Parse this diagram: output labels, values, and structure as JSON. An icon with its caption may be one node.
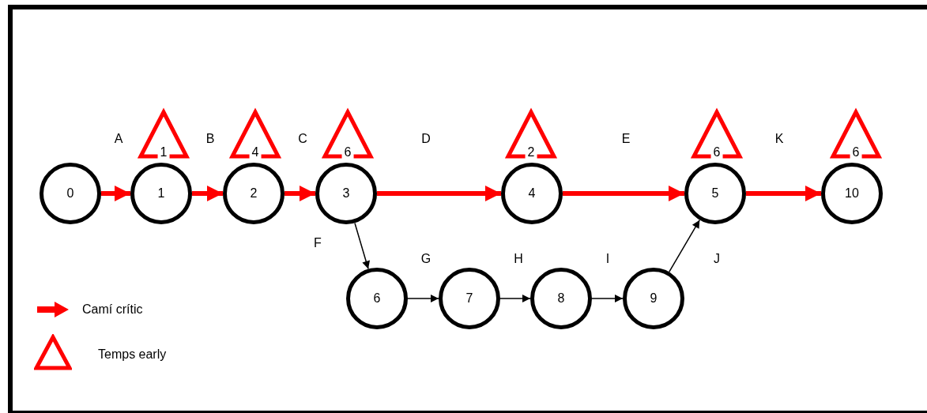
{
  "diagram": {
    "nodes": [
      {
        "text": [
          "1"
        ]
      },
      {
        "text": [
          "4"
        ]
      },
      {
        "text": [
          "6"
        ]
      },
      {
        "text": [
          "2"
        ]
      },
      {
        "text": [
          "6"
        ]
      },
      {
        "text": [
          "6"
        ]
      },
      {
        "text": [
          "0"
        ]
      },
      {
        "text": [
          "1"
        ]
      },
      {
        "text": [
          "2"
        ]
      },
      {
        "text": [
          "3"
        ]
      },
      {
        "text": [
          "4"
        ]
      },
      {
        "text": [
          "5"
        ]
      },
      {
        "text": [
          "10"
        ]
      },
      {
        "text": [
          "6"
        ]
      },
      {
        "text": [
          "7"
        ]
      },
      {
        "text": [
          "8"
        ]
      },
      {
        "text": [
          "9"
        ]
      }
    ],
    "edges": [
      {
        "from": 6,
        "to": 7,
        "arrow": "to",
        "label": "A"
      },
      {
        "from": 7,
        "to": 8,
        "arrow": "to",
        "label": "B"
      },
      {
        "from": 8,
        "to": 9,
        "arrow": "to",
        "label": "C"
      },
      {
        "from": 9,
        "to": 10,
        "arrow": "to",
        "label": "D"
      },
      {
        "from": 10,
        "to": 11,
        "arrow": "to",
        "label": "E"
      },
      {
        "from": 11,
        "to": 12,
        "arrow": "to",
        "label": "K"
      },
      {
        "from": 9,
        "to": 13,
        "arrow": "to",
        "label": "F",
        "color": "#000000"
      },
      {
        "from": 13,
        "to": 14,
        "arrow": "to",
        "label": "G",
        "color": "#000000"
      },
      {
        "from": 14,
        "to": 15,
        "arrow": "to",
        "label": "H",
        "color": "#000000"
      },
      {
        "from": 15,
        "to": 16,
        "arrow": "to",
        "label": "I",
        "color": "#000000"
      },
      {
        "from": 16,
        "to": 11,
        "arrow": "to",
        "label": "J",
        "color": "#000000"
      }
    ],
    "legend": [
      {
        "text": "Camí crític"
      },
      {
        "text": "Temps early"
      }
    ]
  }
}
